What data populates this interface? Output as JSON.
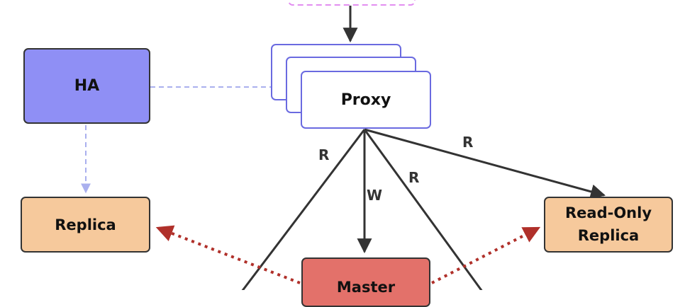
{
  "nodes": {
    "ha": "HA",
    "proxy": "Proxy",
    "replica": "Replica",
    "readonly_replica": "Read-Only\nReplica",
    "master": "Master"
  },
  "edge_labels": {
    "read_left": "R",
    "write": "W",
    "read_center": "R",
    "read_right": "R"
  },
  "colors": {
    "ha_fill": "#8f8ff5",
    "replica_fill": "#f6c99c",
    "master_fill": "#e3716a",
    "proxy_border": "#6a6ae0",
    "client_border": "#e28ef0",
    "dashed_arrow": "#aab0ee",
    "replication_arrow": "#b0302a"
  }
}
